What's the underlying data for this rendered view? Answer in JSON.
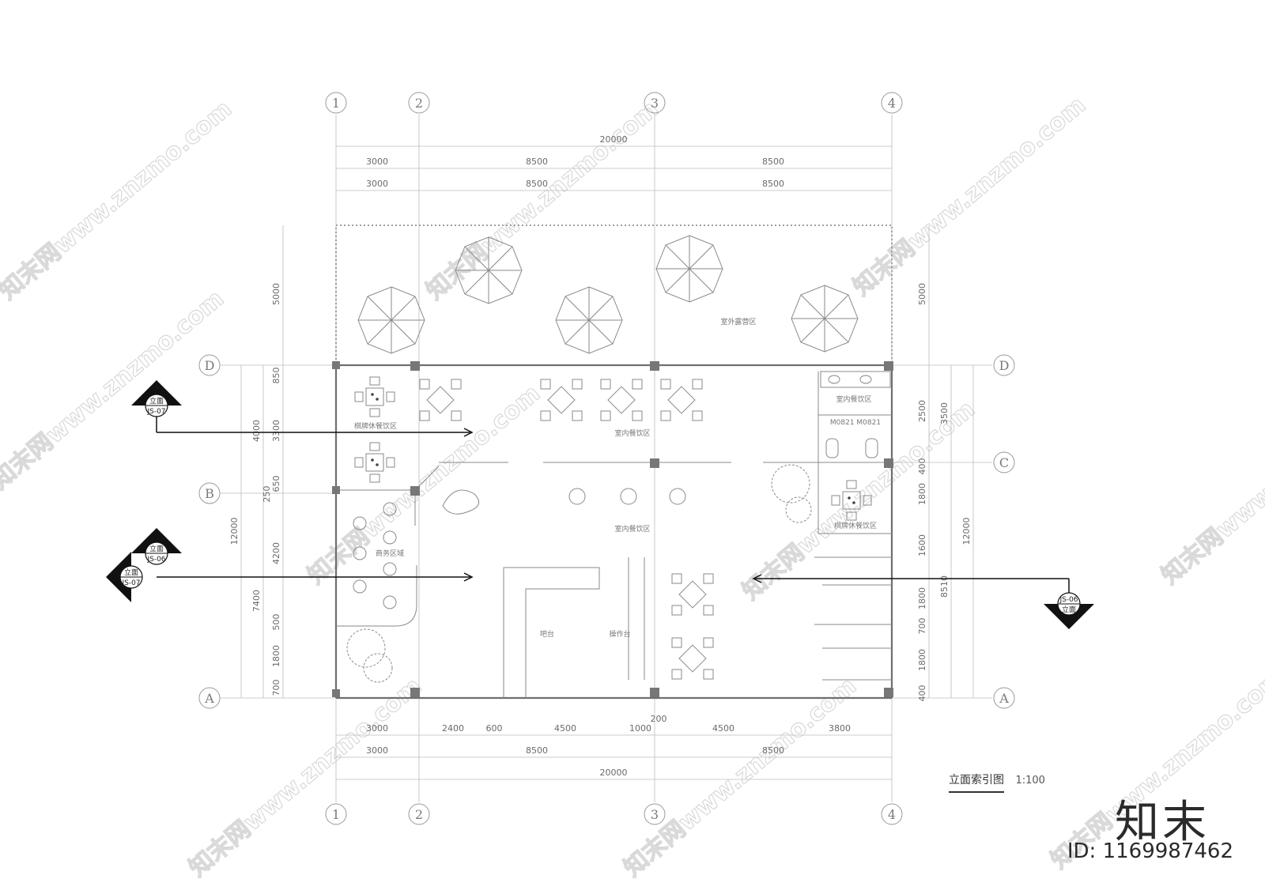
{
  "title": "立面索引图",
  "scale": "1:100",
  "watermark_logo": "知末",
  "watermark_id": "ID: 1169987462",
  "watermark_text": "知末网www.znzmo.com",
  "grid_columns": [
    "1",
    "2",
    "3",
    "4"
  ],
  "grid_rows": [
    "A",
    "B",
    "C",
    "D"
  ],
  "dims_top_total": "20000",
  "dims_top_row1": [
    "3000",
    "8500",
    "8500"
  ],
  "dims_top_row2": [
    "3000",
    "8500",
    "8500"
  ],
  "dims_bottom_row1": [
    "3000",
    "2400",
    "600",
    "4500",
    "1000",
    "200",
    "4500",
    "3800"
  ],
  "dims_bottom_row2": [
    "3000",
    "8500",
    "8500"
  ],
  "dims_bottom_total": "20000",
  "dims_left_outer": [
    "5000",
    "12000"
  ],
  "dims_left_mid": [
    "4000",
    "7400"
  ],
  "dims_left_inner": [
    "850",
    "3300",
    "650",
    "250",
    "4200",
    "500",
    "1800",
    "700"
  ],
  "dims_right_outer": [
    "5000",
    "12000"
  ],
  "dims_right_mid": [
    "3500",
    "8510"
  ],
  "dims_right_inner": [
    "2500",
    "400",
    "1800",
    "1600",
    "1800",
    "700",
    "1800",
    "400"
  ],
  "rooms": {
    "outdoor": "室外露营区",
    "indoor_top": "室内餐饮区",
    "indoor_center": "室内餐饮区",
    "indoor_right": "室内餐饮区",
    "mahjong_left": "棋牌休餐饮区",
    "mahjong_right": "棋牌休餐饮区",
    "lounge": "商务区域",
    "bar": "吧台",
    "work": "操作台",
    "doors": "M0821 M0821"
  },
  "elevation_tags": [
    "JS-07",
    "JS-06",
    "JS-07",
    "JS-06"
  ],
  "tag_glyph": "立面"
}
